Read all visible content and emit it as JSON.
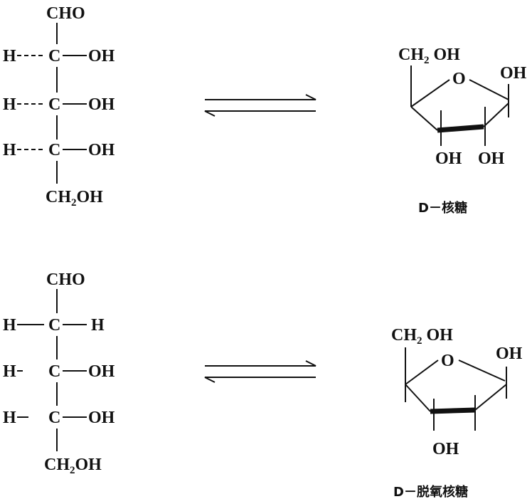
{
  "ribose": {
    "fischer": {
      "top": "CHO",
      "rows": [
        {
          "left": "H",
          "center": "C",
          "right": "OH"
        },
        {
          "left": "H",
          "center": "C",
          "right": "OH"
        },
        {
          "left": "H",
          "center": "C",
          "right": "OH"
        }
      ],
      "bottom": "CH",
      "bottom_sub": "2",
      "bottom_end": "OH"
    },
    "ring": {
      "ch2oh": "CH",
      "ch2oh_sub": "2",
      "ch2oh_end": " OH",
      "oxygen": "O",
      "c1_oh": "OH",
      "c3_oh": "OH",
      "c2_oh": "OH"
    },
    "label": "D－核糖"
  },
  "deoxyribose": {
    "fischer": {
      "top": "CHO",
      "rows": [
        {
          "left": "H",
          "center": "C",
          "right": "H"
        },
        {
          "left": "H",
          "center": "C",
          "right": "OH"
        },
        {
          "left": "H",
          "center": "C",
          "right": "OH"
        }
      ],
      "bottom": "CH",
      "bottom_sub": "2",
      "bottom_end": "OH"
    },
    "ring": {
      "ch2oh": "CH",
      "ch2oh_sub": "2",
      "ch2oh_end": " OH",
      "oxygen": "O",
      "c1_oh": "OH",
      "c3_oh": "OH"
    },
    "label": "D－脱氧核糖"
  }
}
